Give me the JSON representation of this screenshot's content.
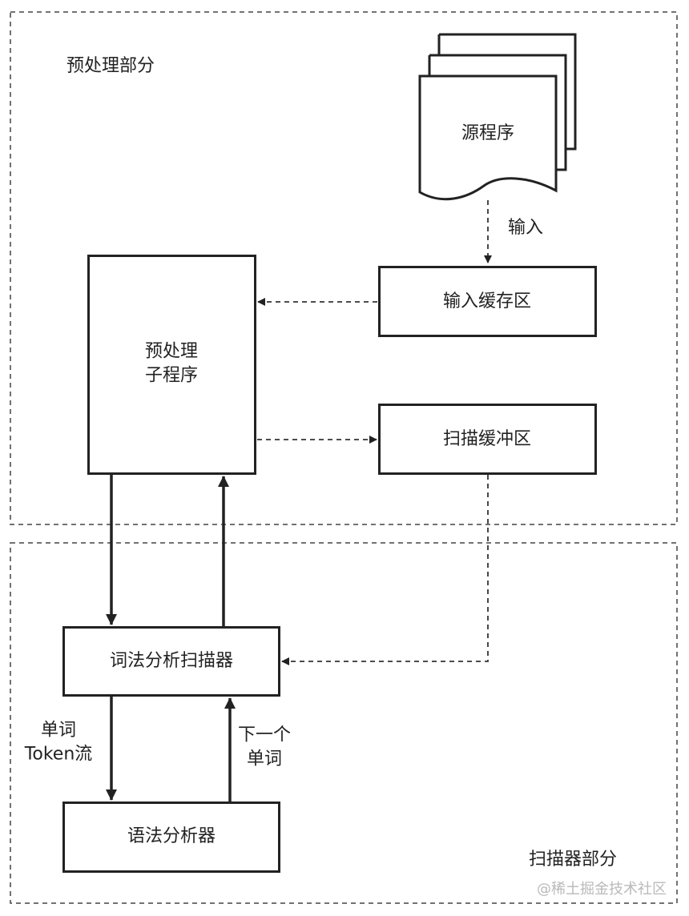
{
  "regions": {
    "preprocess": "预处理部分",
    "scanner": "扫描器部分"
  },
  "nodes": {
    "source_program": "源程序",
    "input_buffer": "输入缓存区",
    "preprocess_sub_line1": "预处理",
    "preprocess_sub_line2": "子程序",
    "scan_buffer": "扫描缓冲区",
    "lexer": "词法分析扫描器",
    "parser": "语法分析器"
  },
  "edge_labels": {
    "input": "输入",
    "token_line1": "单词",
    "token_line2": "Token流",
    "next_word_line1": "下一个",
    "next_word_line2": "单词"
  },
  "watermark": "@稀土掘金技术社区"
}
